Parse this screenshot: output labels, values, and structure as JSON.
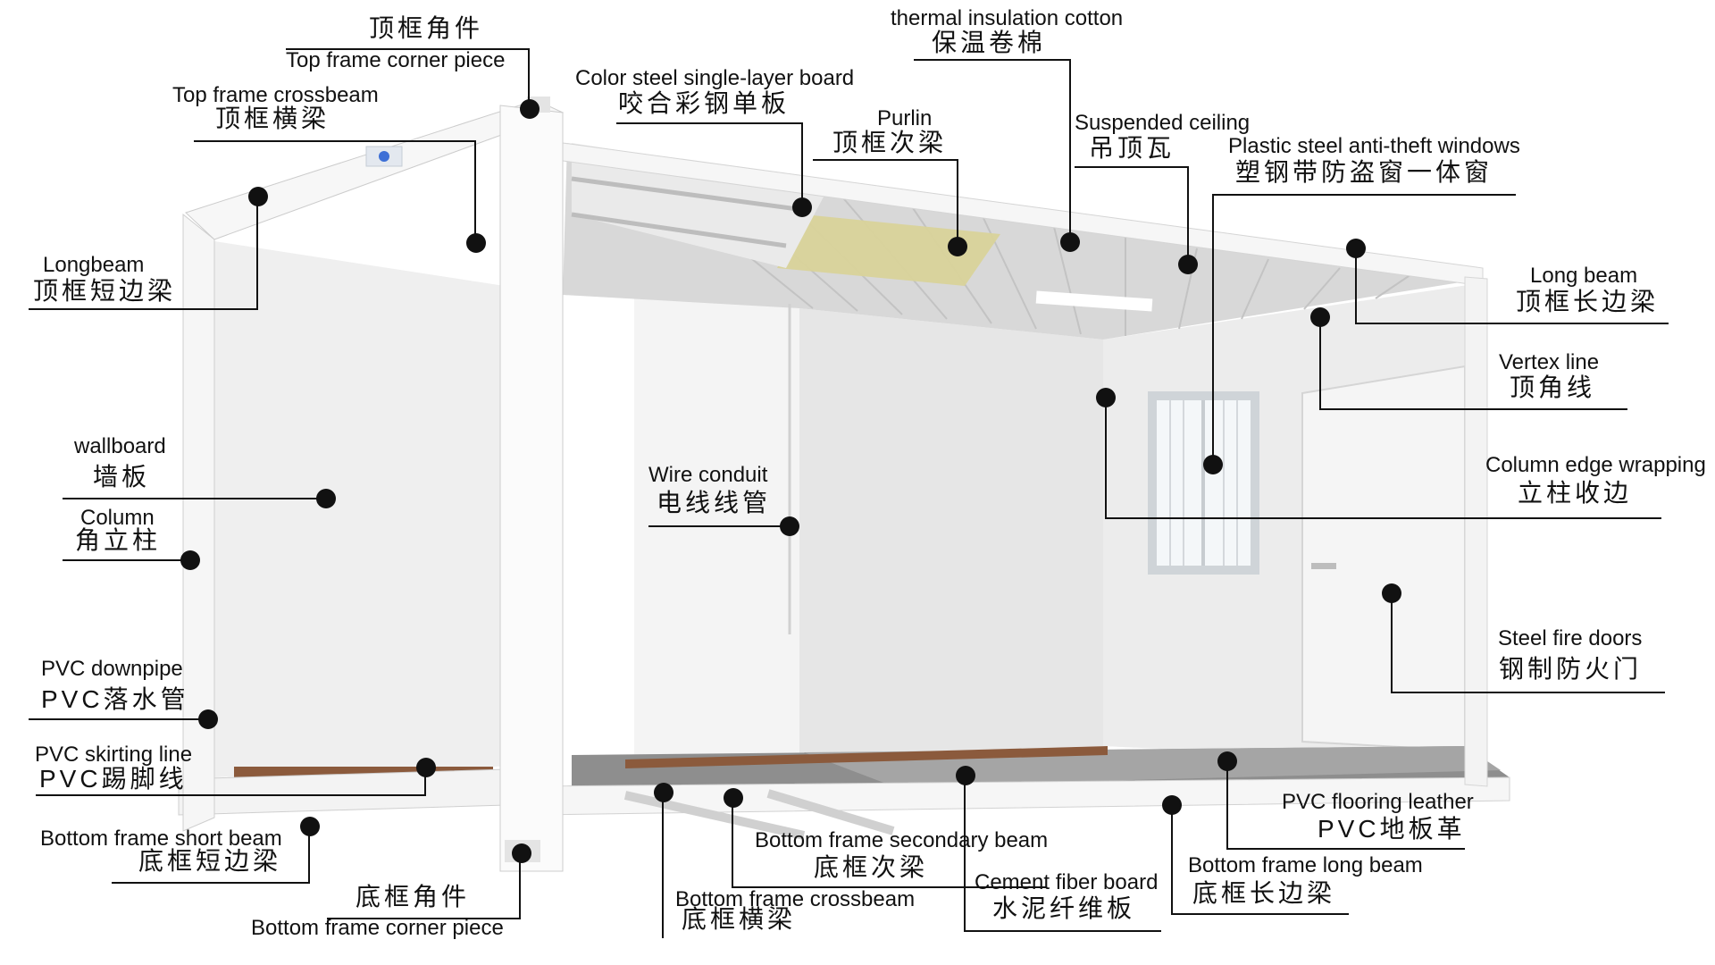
{
  "diagram": {
    "colors": {
      "leader": "#111111",
      "frame_white": "#f6f6f6",
      "frame_edge": "#c9c9c9",
      "wall": "#e9e9e9",
      "wall_shade": "#dcdcdc",
      "ceiling": "#d9d9d9",
      "insulation": "#d6cf8e",
      "floor": "#8d8d8d",
      "skirting": "#8b5a3c",
      "window_glass": "#f2f5f7"
    },
    "labels": [
      {
        "id": "top-frame-corner-piece",
        "zh": "顶框角件",
        "en": "Top frame corner piece"
      },
      {
        "id": "top-frame-crossbeam",
        "en": "Top frame crossbeam",
        "zh": "顶框横梁"
      },
      {
        "id": "longbeam",
        "en": "Longbeam",
        "zh": "顶框短边梁"
      },
      {
        "id": "color-steel-board",
        "en": "Color steel single-layer board",
        "zh": "咬合彩钢单板"
      },
      {
        "id": "thermal-insulation-cotton",
        "en": "thermal insulation cotton",
        "zh": "保温卷棉"
      },
      {
        "id": "purlin",
        "en": "Purlin",
        "zh": "顶框次梁"
      },
      {
        "id": "suspended-ceiling",
        "en": "Suspended ceiling",
        "zh": "吊顶瓦"
      },
      {
        "id": "plastic-steel-windows",
        "en": "Plastic steel anti-theft windows",
        "zh": "塑钢带防盗窗一体窗"
      },
      {
        "id": "long-beam",
        "en": "Long beam",
        "zh": "顶框长边梁"
      },
      {
        "id": "vertex-line",
        "en": "Vertex line",
        "zh": "顶角线"
      },
      {
        "id": "column-edge-wrapping",
        "en": "Column edge wrapping",
        "zh": "立柱收边"
      },
      {
        "id": "wallboard",
        "en": "wallboard",
        "zh": "墙板"
      },
      {
        "id": "column",
        "en": "Column",
        "zh": "角立柱"
      },
      {
        "id": "wire-conduit",
        "en": "Wire conduit",
        "zh": "电线线管"
      },
      {
        "id": "steel-fire-doors",
        "en": "Steel fire doors",
        "zh": "钢制防火门"
      },
      {
        "id": "pvc-downpipe",
        "en": "PVC downpipe",
        "zh": "PVC落水管"
      },
      {
        "id": "pvc-skirting-line",
        "en": "PVC skirting line",
        "zh": "PVC踢脚线"
      },
      {
        "id": "pvc-flooring-leather",
        "en": "PVC flooring leather",
        "zh": "PVC地板革"
      },
      {
        "id": "bottom-frame-short-beam",
        "en": "Bottom frame short beam",
        "zh": "底框短边梁"
      },
      {
        "id": "bottom-frame-secondary-beam",
        "en": "Bottom frame secondary beam",
        "zh": "底框次梁"
      },
      {
        "id": "cement-fiber-board",
        "en": "Cement fiber board",
        "zh": "水泥纤维板"
      },
      {
        "id": "bottom-frame-long-beam",
        "en": "Bottom frame long beam",
        "zh": "底框长边梁"
      },
      {
        "id": "bottom-frame-corner-piece",
        "zh": "底框角件",
        "en": "Bottom frame corner piece"
      },
      {
        "id": "bottom-frame-crossbeam",
        "en": "Bottom frame crossbeam",
        "zh": "底框横梁"
      }
    ]
  }
}
